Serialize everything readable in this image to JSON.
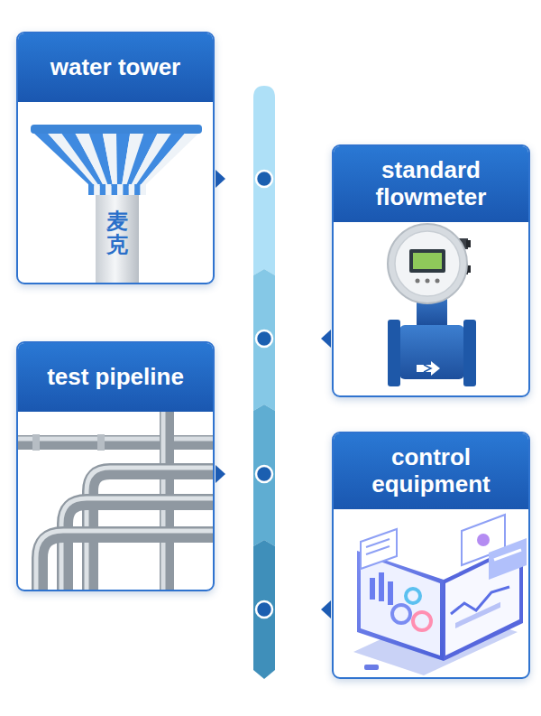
{
  "diagram": {
    "nodes": [
      {
        "text": [
          "water tower"
        ]
      },
      {
        "text": [
          "standard flowmeter"
        ]
      },
      {
        "text": [
          "test pipeline"
        ]
      },
      {
        "text": [
          "control equipment"
        ]
      }
    ],
    "labels": [
      "麦克"
    ]
  }
}
